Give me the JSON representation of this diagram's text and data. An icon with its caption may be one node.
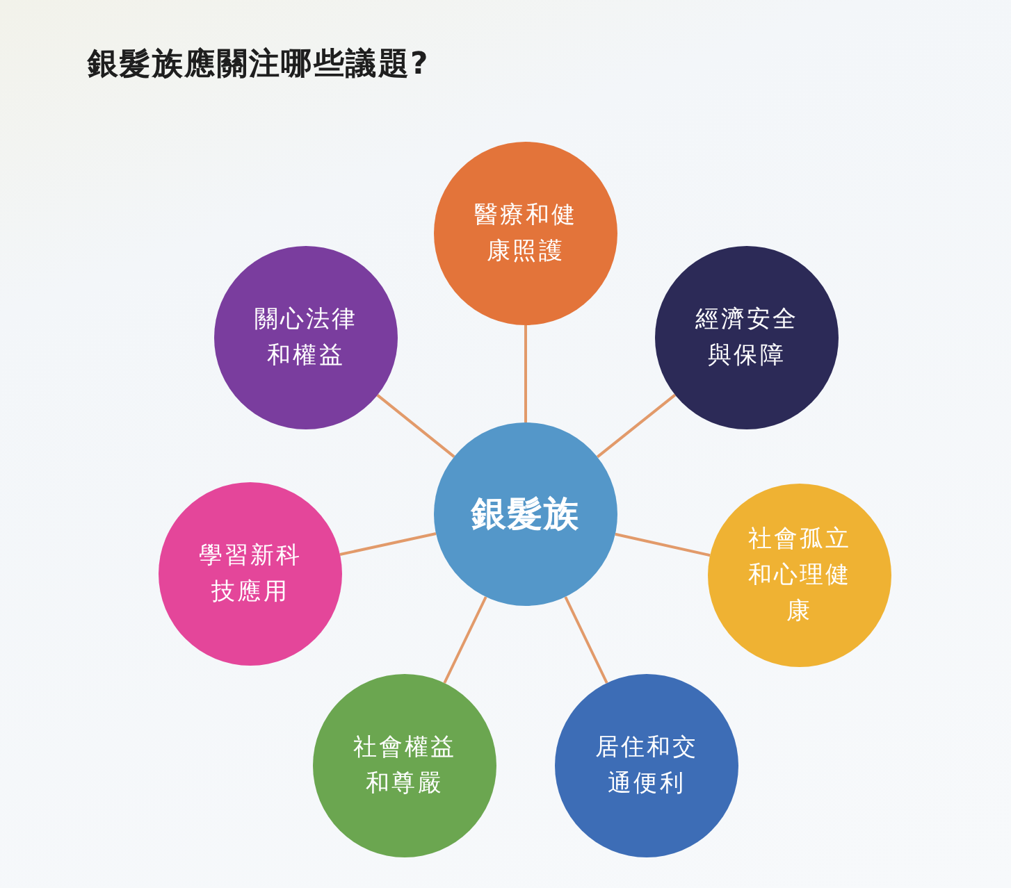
{
  "diagram": {
    "title": "銀髮族應關注哪些議題?",
    "nodes": [
      {
        "text": [
          "醫療和健康照護"
        ]
      },
      {
        "text": [
          "關心法律和權益"
        ]
      },
      {
        "text": [
          "經濟安全與保障"
        ]
      },
      {
        "text": [
          "銀髮族"
        ]
      },
      {
        "text": [
          "學習新科技應用"
        ]
      },
      {
        "text": [
          "社會孤立和心理健康"
        ]
      },
      {
        "text": [
          "社會權益和尊嚴"
        ]
      },
      {
        "text": [
          "居住和交通便利"
        ]
      }
    ],
    "edges": [
      {
        "from": 3,
        "to": 0,
        "arrow": "none"
      },
      {
        "from": 3,
        "to": 1,
        "arrow": "none"
      },
      {
        "from": 3,
        "to": 2,
        "arrow": "none"
      },
      {
        "from": 3,
        "to": 4,
        "arrow": "none"
      },
      {
        "from": 3,
        "to": 5,
        "arrow": "none"
      },
      {
        "from": 3,
        "to": 6,
        "arrow": "none"
      },
      {
        "from": 3,
        "to": 7,
        "arrow": "none"
      }
    ]
  }
}
